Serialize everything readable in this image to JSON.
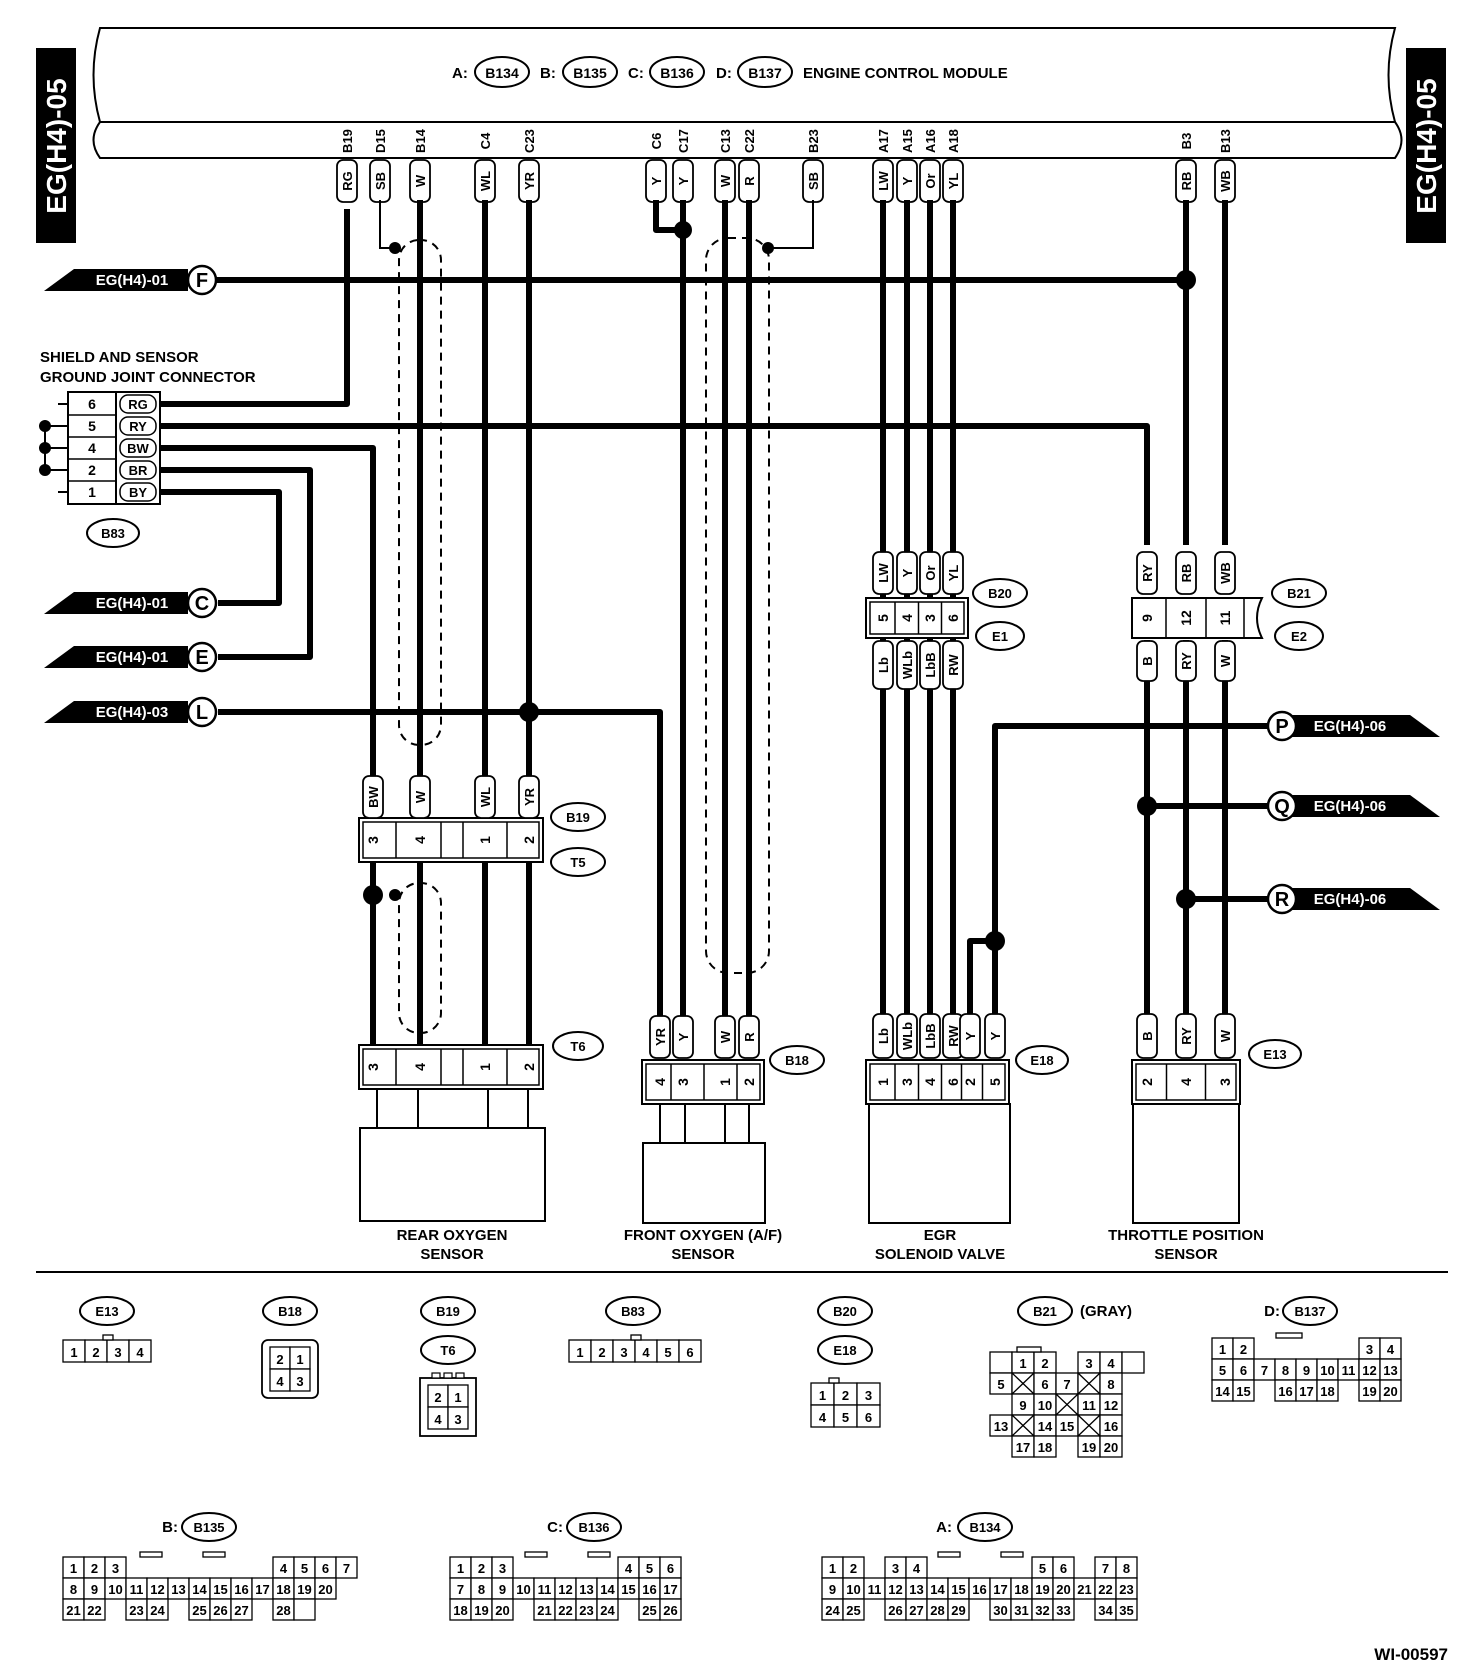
{
  "page": {
    "page_ref_left": "EG(H4)-05",
    "page_ref_right": "EG(H4)-05",
    "figure_id": "WI-00597"
  },
  "ecm": {
    "prefix_a": "A:",
    "id_a": "B134",
    "prefix_b": "B:",
    "id_b": "B135",
    "prefix_c": "C:",
    "id_c": "B136",
    "prefix_d": "D:",
    "id_d": "B137",
    "title": "ENGINE CONTROL MODULE",
    "pins": [
      {
        "pin": "B19",
        "wire": "RG"
      },
      {
        "pin": "D15",
        "wire": "SB"
      },
      {
        "pin": "B14",
        "wire": "W"
      },
      {
        "pin": "C4",
        "wire": "WL"
      },
      {
        "pin": "C23",
        "wire": "YR"
      },
      {
        "pin": "C6",
        "wire": "Y"
      },
      {
        "pin": "C17",
        "wire": "Y"
      },
      {
        "pin": "C13",
        "wire": "W"
      },
      {
        "pin": "C22",
        "wire": "R"
      },
      {
        "pin": "B23",
        "wire": "SB"
      },
      {
        "pin": "A17",
        "wire": "LW"
      },
      {
        "pin": "A15",
        "wire": "Y"
      },
      {
        "pin": "A16",
        "wire": "Or"
      },
      {
        "pin": "A18",
        "wire": "YL"
      },
      {
        "pin": "B3",
        "wire": "RB"
      },
      {
        "pin": "B13",
        "wire": "WB"
      }
    ]
  },
  "offpage": {
    "f": {
      "ref": "EG(H4)-01",
      "letter": "F"
    },
    "c": {
      "ref": "EG(H4)-01",
      "letter": "C"
    },
    "e": {
      "ref": "EG(H4)-01",
      "letter": "E"
    },
    "l": {
      "ref": "EG(H4)-03",
      "letter": "L"
    },
    "p": {
      "ref": "EG(H4)-06",
      "letter": "P"
    },
    "q": {
      "ref": "EG(H4)-06",
      "letter": "Q"
    },
    "r": {
      "ref": "EG(H4)-06",
      "letter": "R"
    }
  },
  "joint": {
    "title_line1": "SHIELD AND SENSOR",
    "title_line2": "GROUND JOINT CONNECTOR",
    "id": "B83",
    "rows": [
      {
        "pin": "6",
        "wire": "RG"
      },
      {
        "pin": "5",
        "wire": "RY"
      },
      {
        "pin": "4",
        "wire": "BW"
      },
      {
        "pin": "2",
        "wire": "BR"
      },
      {
        "pin": "1",
        "wire": "BY"
      }
    ]
  },
  "conn_b19_t5": {
    "id1": "B19",
    "id2": "T5",
    "wires": [
      "BW",
      "W",
      "WL",
      "YR"
    ],
    "pins": [
      "3",
      "4",
      "1",
      "2"
    ]
  },
  "conn_t6": {
    "id": "T6",
    "pins": [
      "3",
      "4",
      "1",
      "2"
    ]
  },
  "conn_b18": {
    "id": "B18",
    "wires": [
      "YR",
      "Y",
      "W",
      "R"
    ],
    "pins": [
      "4",
      "3",
      "1",
      "2"
    ]
  },
  "conn_b20_e1": {
    "id1": "B20",
    "id2": "E1",
    "top_wires": [
      "LW",
      "Y",
      "Or",
      "YL"
    ],
    "pins": [
      "5",
      "4",
      "3",
      "6"
    ],
    "bottom_wires": [
      "Lb",
      "WLb",
      "LbB",
      "RW"
    ]
  },
  "conn_e18": {
    "id": "E18",
    "wires": [
      "Lb",
      "WLb",
      "LbB",
      "RW",
      "Y",
      "Y"
    ],
    "pins": [
      "1",
      "3",
      "4",
      "6",
      "2",
      "5"
    ]
  },
  "conn_b21_e2": {
    "id1": "B21",
    "id2": "E2",
    "top_wires": [
      "RY",
      "RB",
      "WB"
    ],
    "pins": [
      "9",
      "12",
      "11"
    ],
    "bottom_wires": [
      "B",
      "RY",
      "W"
    ]
  },
  "conn_e13": {
    "id": "E13",
    "wires": [
      "B",
      "RY",
      "W"
    ],
    "pins": [
      "2",
      "4",
      "3"
    ]
  },
  "components": {
    "rear_o2_l1": "REAR OXYGEN",
    "rear_o2_l2": "SENSOR",
    "front_o2_l1": "FRONT OXYGEN (A/F)",
    "front_o2_l2": "SENSOR",
    "egr_l1": "EGR",
    "egr_l2": "SOLENOID VALVE",
    "tps_l1": "THROTTLE POSITION",
    "tps_l2": "SENSOR"
  },
  "faces": {
    "e13": {
      "id": "E13",
      "pins": [
        "1",
        "2",
        "3",
        "4"
      ]
    },
    "b18": {
      "id": "B18",
      "pins": [
        "2",
        "1",
        "4",
        "3"
      ]
    },
    "b19": {
      "id": "B19"
    },
    "t6": {
      "id": "T6",
      "pins": [
        "2",
        "1",
        "4",
        "3"
      ]
    },
    "b83": {
      "id": "B83",
      "pins": [
        "1",
        "2",
        "3",
        "4",
        "5",
        "6"
      ]
    },
    "b20": {
      "id": "B20"
    },
    "e18": {
      "id": "E18",
      "pins": [
        "1",
        "2",
        "3",
        "4",
        "5",
        "6"
      ]
    },
    "b21": {
      "id": "B21",
      "note": "(GRAY)",
      "pins": [
        "1",
        "2",
        "3",
        "4",
        "5",
        "6",
        "7",
        "8",
        "9",
        "10",
        "11",
        "12",
        "13",
        "14",
        "15",
        "16",
        "17",
        "18",
        "19",
        "20"
      ]
    },
    "b137": {
      "prefix": "D:",
      "id": "B137",
      "pins": [
        "1",
        "2",
        "3",
        "4",
        "5",
        "6",
        "7",
        "8",
        "9",
        "10",
        "11",
        "12",
        "13",
        "14",
        "15",
        "16",
        "17",
        "18",
        "19",
        "20"
      ]
    },
    "b135": {
      "prefix": "B:",
      "id": "B135",
      "pins": [
        "1",
        "2",
        "3",
        "4",
        "5",
        "6",
        "7",
        "8",
        "9",
        "10",
        "11",
        "12",
        "13",
        "14",
        "15",
        "16",
        "17",
        "18",
        "19",
        "20",
        "21",
        "22",
        "23",
        "24",
        "25",
        "26",
        "27",
        "28"
      ]
    },
    "b136": {
      "prefix": "C:",
      "id": "B136",
      "pins": [
        "1",
        "2",
        "3",
        "4",
        "5",
        "6",
        "7",
        "8",
        "9",
        "10",
        "11",
        "12",
        "13",
        "14",
        "15",
        "16",
        "17",
        "18",
        "19",
        "20",
        "21",
        "22",
        "23",
        "24",
        "25",
        "26"
      ]
    },
    "b134": {
      "prefix": "A:",
      "id": "B134",
      "pins": [
        "1",
        "2",
        "3",
        "4",
        "5",
        "6",
        "7",
        "8",
        "9",
        "10",
        "11",
        "12",
        "13",
        "14",
        "15",
        "16",
        "17",
        "18",
        "19",
        "20",
        "21",
        "22",
        "23",
        "24",
        "25",
        "26",
        "27",
        "28",
        "29",
        "30",
        "31",
        "32",
        "33",
        "34",
        "35"
      ]
    }
  }
}
